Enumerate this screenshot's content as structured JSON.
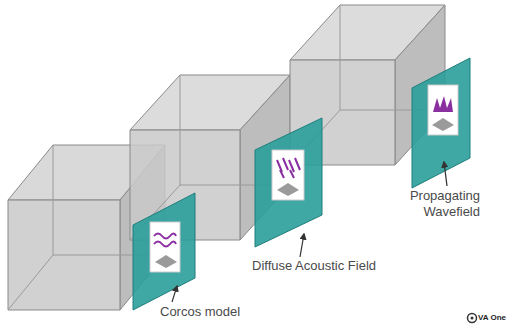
{
  "diagram": {
    "labels": [
      "Propagating Wavefield",
      "Diffuse Acoustic Field",
      "Corcos model",
      "VA One"
    ]
  }
}
